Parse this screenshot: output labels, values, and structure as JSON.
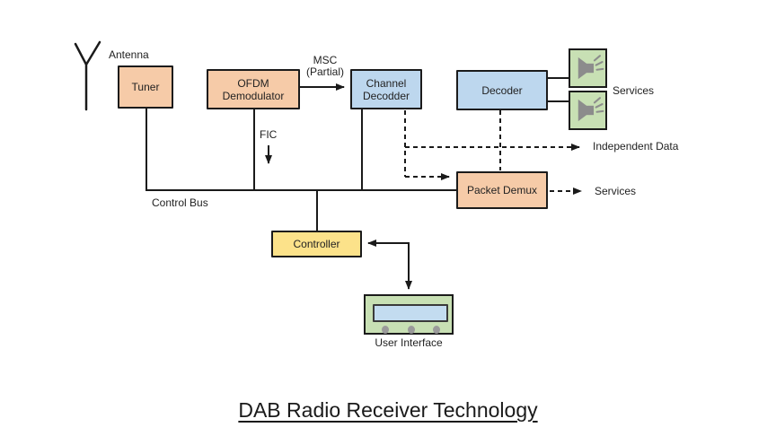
{
  "diagram": {
    "title": "DAB Radio Receiver Technology",
    "nodes": {
      "tuner": "Tuner",
      "ofdm_demodulator": "OFDM Demodulator",
      "channel_decoder": "Channel Decodder",
      "decoder": "Decoder",
      "packet_demux": "Packet Demux",
      "controller": "Controller"
    },
    "annotations": {
      "antenna": "Antenna",
      "msc_line1": "MSC",
      "msc_line2": "(Partial)",
      "fic": "FIC",
      "control_bus": "Control Bus",
      "services_audio": "Services",
      "independent_data": "Independent Data",
      "services_packet": "Services",
      "user_interface": "User Interface"
    },
    "icons": {
      "antenna": "antenna-icon",
      "speaker": "speaker-icon",
      "display": "lcd-display"
    },
    "colors": {
      "salmon_node": "#F6CBA8",
      "blue_node": "#BDD7EE",
      "green_node": "#C8E0B4",
      "yellow_node": "#FCE28A",
      "screen_blue": "#C3DCF0",
      "icon_gray": "#8C8C8C",
      "line": "#1A1A1A",
      "background": "#FFFFFF"
    }
  }
}
